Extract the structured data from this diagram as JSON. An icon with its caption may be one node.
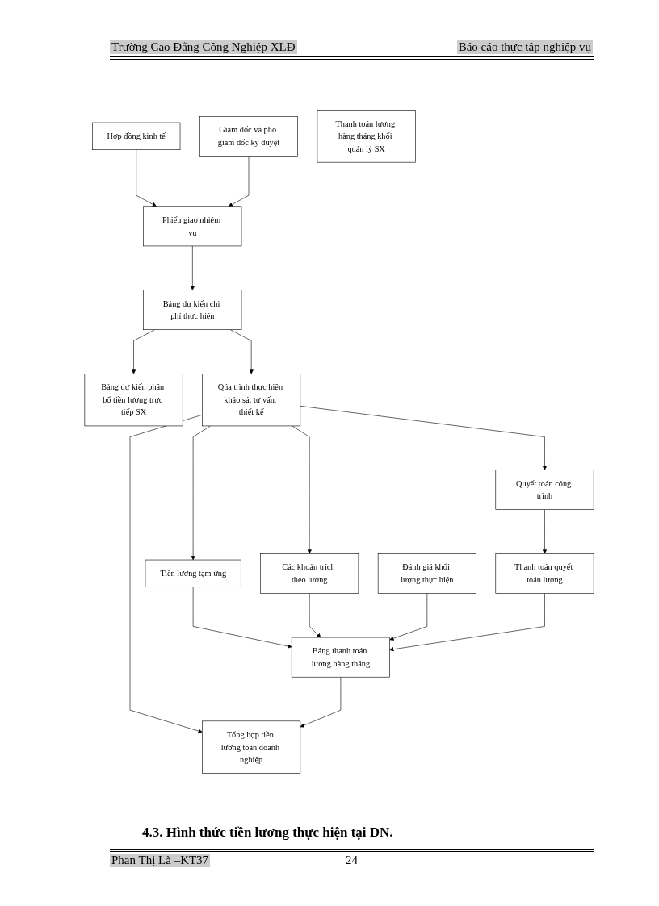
{
  "diagram": {
    "nodes": [
      {
        "text": [
          "Hợp đồng kinh tế"
        ]
      },
      {
        "text": [
          "Phiếu giao nhiệm vụ"
        ]
      },
      {
        "text": [
          "Giám đốc và phó giám đốc ký duyệt"
        ]
      },
      {
        "text": [
          "Bảng dự kiến chi phí thực hiện"
        ]
      },
      {
        "text": [
          "Bảng dự kiến phân bổ tiền lương trực tiếp SX"
        ]
      },
      {
        "text": [
          "Qúa trình thực hiện khảo sát tư vấn, thiết kế"
        ]
      },
      {
        "text": [
          "Tiền lương tạm ứng"
        ]
      },
      {
        "text": [
          "Bảng thanh toán lương hàng tháng"
        ]
      },
      {
        "text": [
          "Đánh giá khối lượng thực hiện"
        ]
      },
      {
        "text": [
          "Các khoản trích theo lương"
        ]
      },
      {
        "text": [
          "Quyết toán công trình"
        ]
      },
      {
        "text": [
          "Thanh toán quyết toán lương"
        ]
      },
      {
        "text": [
          "Thanh toán lương hàng tháng khối quản lý SX"
        ]
      },
      {
        "text": [
          "Tổng hợp tiền lương toàn doanh nghiệp"
        ]
      }
    ],
    "edges": [
      {
        "from": 0,
        "to": 1,
        "arrow": "to"
      },
      {
        "from": 2,
        "to": 1,
        "arrow": "to"
      },
      {
        "from": 1,
        "to": 3,
        "arrow": "to"
      },
      {
        "from": 3,
        "to": 4,
        "arrow": "to"
      },
      {
        "from": 3,
        "to": 5,
        "arrow": "to"
      },
      {
        "from": 5,
        "to": 6,
        "arrow": "to"
      },
      {
        "from": 5,
        "to": 9,
        "arrow": "to"
      },
      {
        "from": 5,
        "to": 10,
        "arrow": "to"
      },
      {
        "from": 6,
        "to": 7,
        "arrow": "to"
      },
      {
        "from": 9,
        "to": 7,
        "arrow": "to"
      },
      {
        "from": 8,
        "to": 7,
        "arrow": "to"
      },
      {
        "from": 10,
        "to": 11,
        "arrow": "to"
      },
      {
        "from": 11,
        "to": 7,
        "arrow": "to"
      },
      {
        "from": 5,
        "to": 13,
        "arrow": "to"
      },
      {
        "from": 7,
        "to": 13,
        "arrow": "to"
      }
    ],
    "labels": [
      "Trường Cao Đẳng Công Nghiệp XLĐ",
      "Báo cáo thực tập nghiệp vụ",
      "4.3. Hình thức tiền lương thực hiện tại DN.",
      "Phan Thị Là –KT37",
      "24"
    ]
  }
}
